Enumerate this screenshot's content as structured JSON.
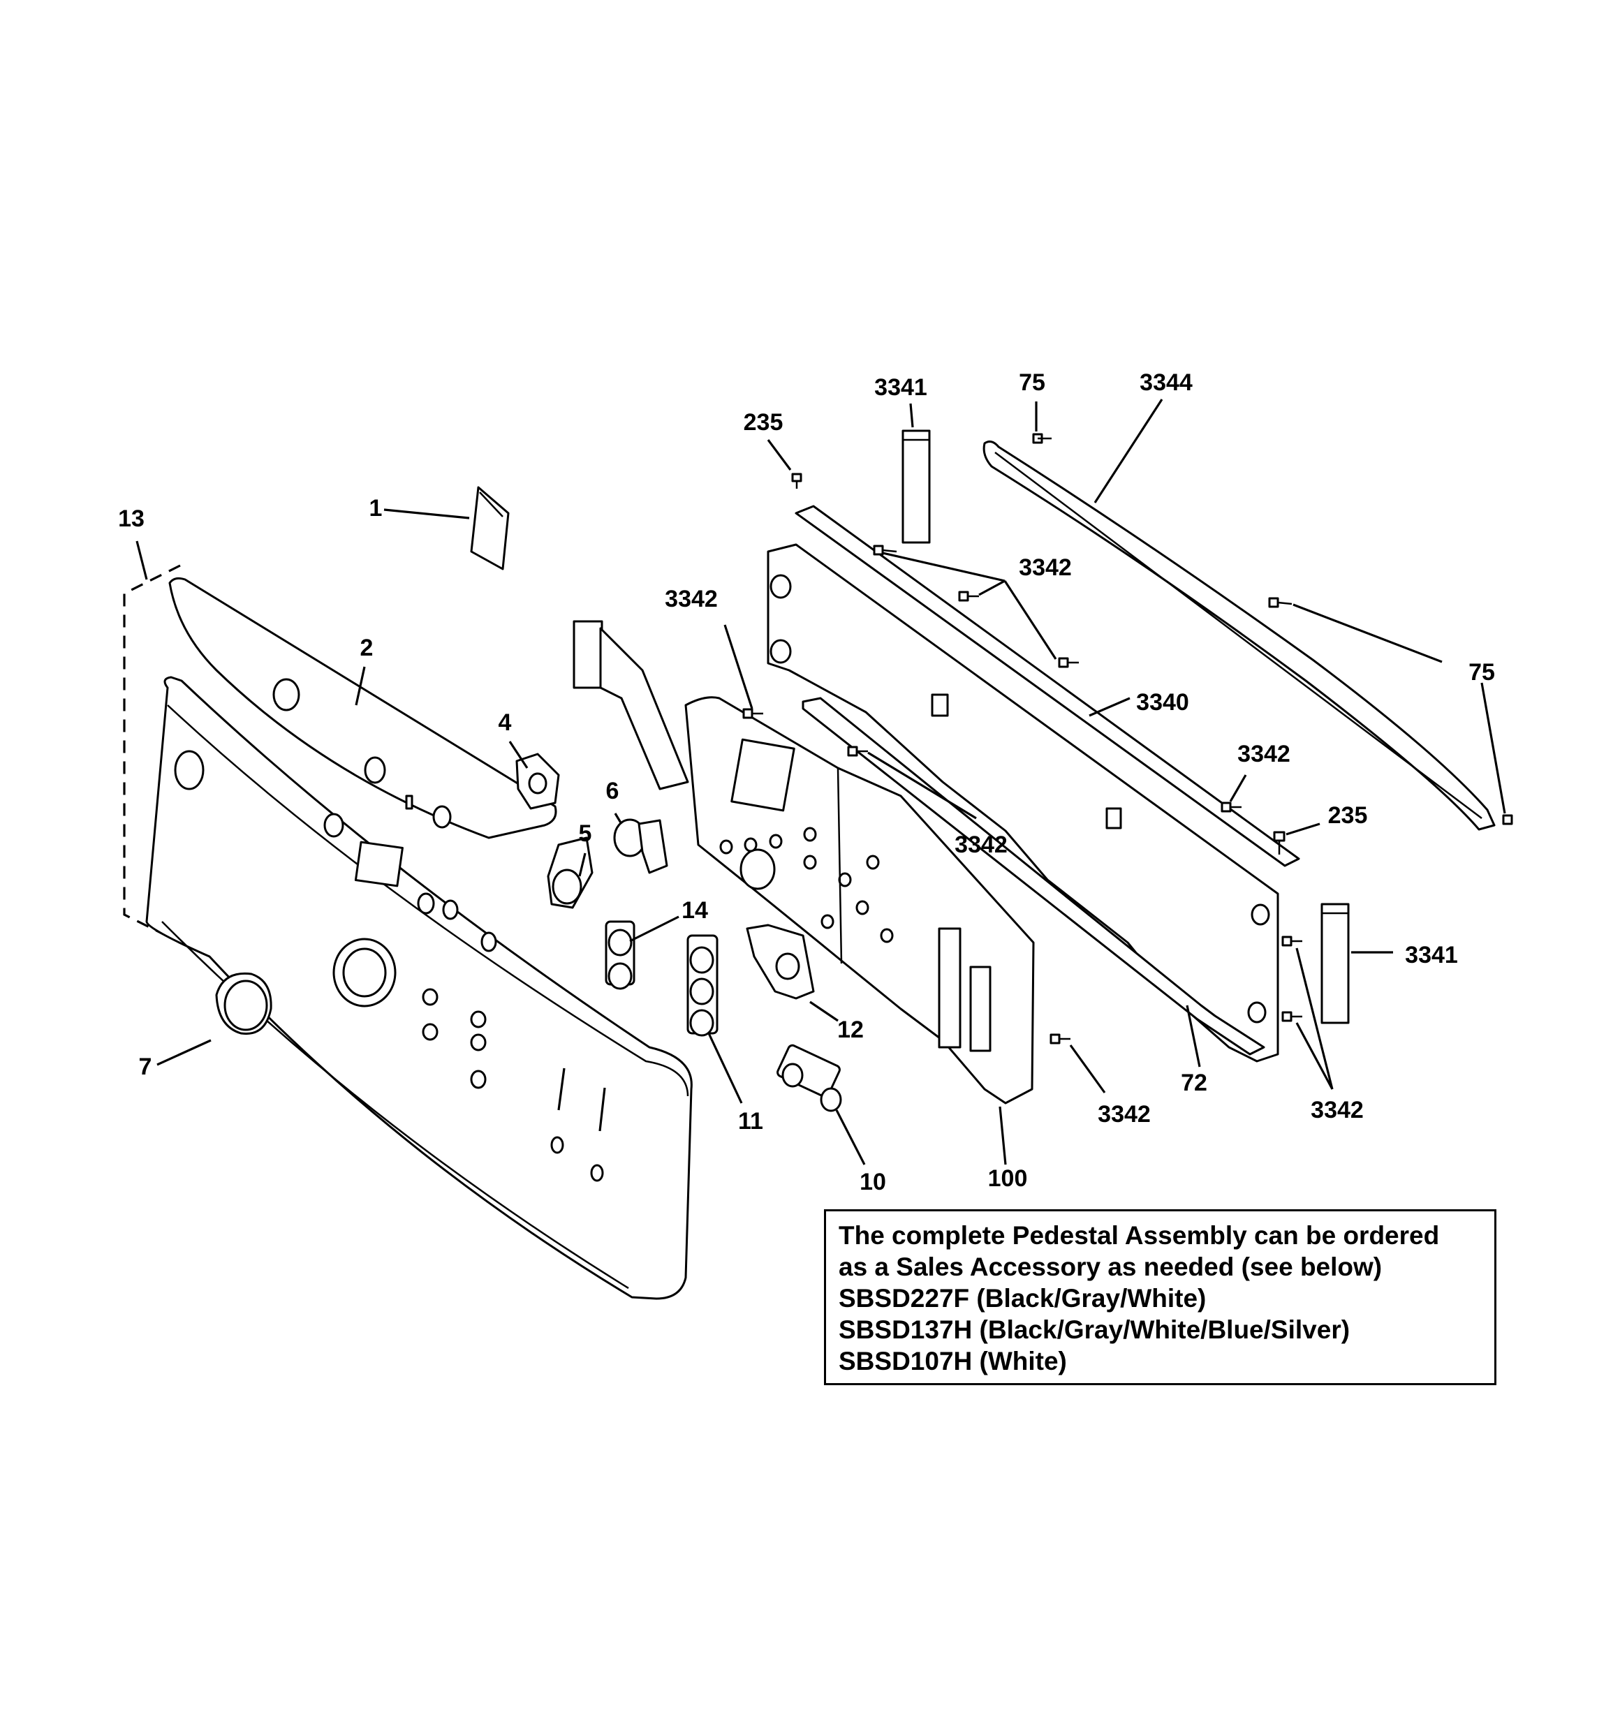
{
  "callouts": [
    {
      "id": "c-1",
      "text": "1"
    },
    {
      "id": "c-2",
      "text": "2"
    },
    {
      "id": "c-4",
      "text": "4"
    },
    {
      "id": "c-5",
      "text": "5"
    },
    {
      "id": "c-6",
      "text": "6"
    },
    {
      "id": "c-7",
      "text": "7"
    },
    {
      "id": "c-10",
      "text": "10"
    },
    {
      "id": "c-11",
      "text": "11"
    },
    {
      "id": "c-12",
      "text": "12"
    },
    {
      "id": "c-13",
      "text": "13"
    },
    {
      "id": "c-14",
      "text": "14"
    },
    {
      "id": "c-72",
      "text": "72"
    },
    {
      "id": "c-75a",
      "text": "75"
    },
    {
      "id": "c-75b",
      "text": "75"
    },
    {
      "id": "c-100",
      "text": "100"
    },
    {
      "id": "c-235a",
      "text": "235"
    },
    {
      "id": "c-235b",
      "text": "235"
    },
    {
      "id": "c-3340",
      "text": "3340"
    },
    {
      "id": "c-3341a",
      "text": "3341"
    },
    {
      "id": "c-3341b",
      "text": "3341"
    },
    {
      "id": "c-3342a",
      "text": "3342"
    },
    {
      "id": "c-3342b",
      "text": "3342"
    },
    {
      "id": "c-3342c",
      "text": "3342"
    },
    {
      "id": "c-3342d",
      "text": "3342"
    },
    {
      "id": "c-3342e",
      "text": "3342"
    },
    {
      "id": "c-3342f",
      "text": "3342"
    },
    {
      "id": "c-3344",
      "text": "3344"
    }
  ],
  "note": {
    "lines": [
      "The complete Pedestal Assembly can be ordered",
      "as a Sales Accessory as needed (see below)",
      "SBSD227F (Black/Gray/White)",
      "SBSD137H (Black/Gray/White/Blue/Silver)",
      "SBSD107H (White)"
    ]
  }
}
